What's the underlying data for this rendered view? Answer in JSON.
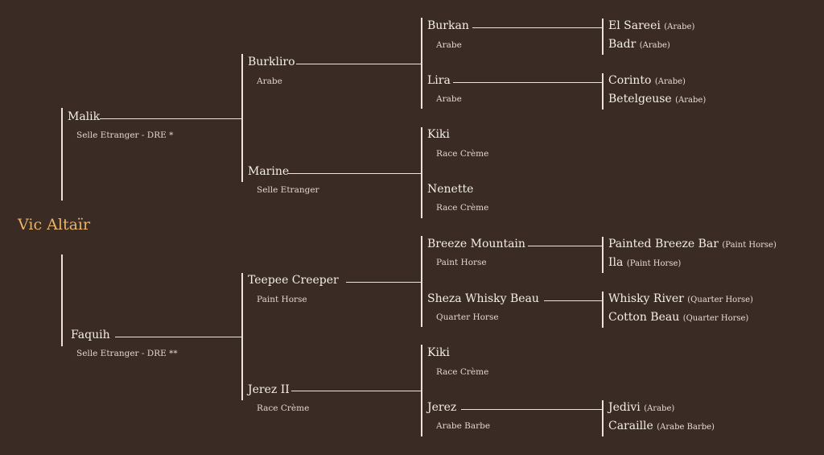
{
  "root": {
    "name": "Vic Altaïr"
  },
  "sire": {
    "name": "Malik",
    "breed": "Selle Etranger - DRE *"
  },
  "dam": {
    "name": "Faquih",
    "breed": "Selle Etranger - DRE **"
  },
  "gp": {
    "ss": {
      "name": "Burkliro",
      "breed": "Arabe"
    },
    "sd": {
      "name": "Marine",
      "breed": "Selle Etranger"
    },
    "ds": {
      "name": "Teepee Creeper",
      "breed": "Paint Horse"
    },
    "dd": {
      "name": "Jerez II",
      "breed": "Race Crème"
    }
  },
  "ggp": {
    "sss": {
      "name": "Burkan",
      "breed": "Arabe"
    },
    "ssd": {
      "name": "Lira",
      "breed": "Arabe"
    },
    "sds": {
      "name": "Kiki",
      "breed": "Race Crème"
    },
    "sdd": {
      "name": "Nenette",
      "breed": "Race Crème"
    },
    "dss": {
      "name": "Breeze Mountain",
      "breed": "Paint Horse"
    },
    "dsd": {
      "name": "Sheza Whisky Beau",
      "breed": "Quarter Horse"
    },
    "dds": {
      "name": "Kiki",
      "breed": "Race Crème"
    },
    "ddd": {
      "name": "Jerez",
      "breed": "Arabe Barbe"
    }
  },
  "gggp": {
    "s1": {
      "name": "El Sareei",
      "breed": "(Arabe)"
    },
    "d1": {
      "name": "Badr",
      "breed": "(Arabe)"
    },
    "s2": {
      "name": "Corinto",
      "breed": "(Arabe)"
    },
    "d2": {
      "name": "Betelgeuse",
      "breed": "(Arabe)"
    },
    "s5": {
      "name": "Painted Breeze Bar",
      "breed": "(Paint Horse)"
    },
    "d5": {
      "name": "Ila",
      "breed": "(Paint Horse)"
    },
    "s6": {
      "name": "Whisky River",
      "breed": "(Quarter Horse)"
    },
    "d6": {
      "name": "Cotton Beau",
      "breed": "(Quarter Horse)"
    },
    "s8": {
      "name": "Jedivi",
      "breed": "(Arabe)"
    },
    "d8": {
      "name": "Caraille",
      "breed": "(Arabe Barbe)"
    }
  }
}
